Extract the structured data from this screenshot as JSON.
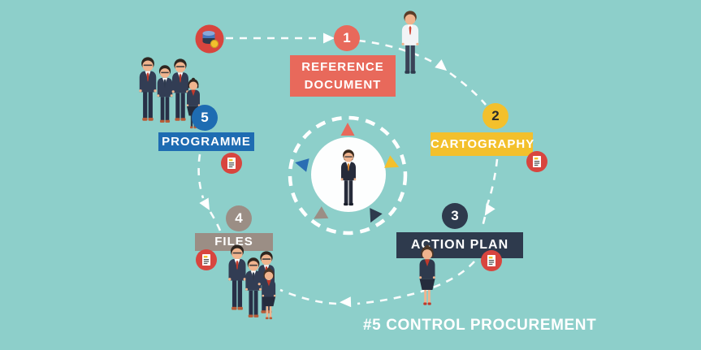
{
  "title": "#5 CONTROL PROCUREMENT",
  "colors": {
    "background": "#8dcfca",
    "step1_coral": "#e8695b",
    "step2_yellow": "#f3c02c",
    "step3_navy": "#2e3a4d",
    "step4_gray": "#9b8e85",
    "step5_blue": "#1e6cb2",
    "icon_circle_red": "#d8453e",
    "path_white": "#ffffff"
  },
  "steps": [
    {
      "number": "1",
      "label": "REFERENCE DOCUMENT",
      "line1": "REFERENCE",
      "line2": "DOCUMENT",
      "color": "#e8695b",
      "icon": "database-icon"
    },
    {
      "number": "2",
      "label": "CARTOGRAPHY",
      "color": "#f3c02c",
      "icon": "document-icon"
    },
    {
      "number": "3",
      "label": "ACTION PLAN",
      "color": "#2e3a4d",
      "icon": "document-icon"
    },
    {
      "number": "4",
      "label": "FILES",
      "color": "#9b8e85",
      "icon": "document-icon"
    },
    {
      "number": "5",
      "label": "PROGRAMME",
      "color": "#1e6cb2",
      "icon": "document-icon"
    }
  ]
}
